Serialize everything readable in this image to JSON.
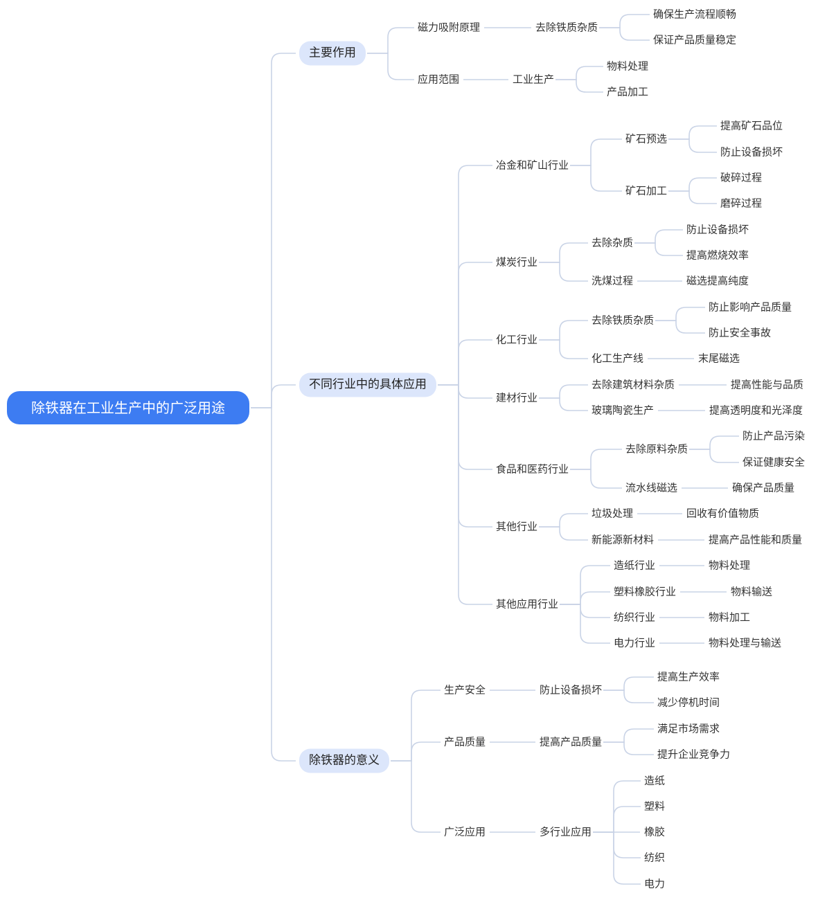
{
  "root": "除铁器在工业生产中的广泛用途",
  "branches": {
    "main": {
      "label": "主要作用",
      "items": [
        {
          "label": "磁力吸附原理",
          "sub": "去除铁质杂质",
          "leaves": [
            "确保生产流程顺畅",
            "保证产品质量稳定"
          ]
        },
        {
          "label": "应用范围",
          "sub": "工业生产",
          "leaves": [
            "物料处理",
            "产品加工"
          ]
        }
      ]
    },
    "industries": {
      "label": "不同行业中的具体应用",
      "items": [
        {
          "label": "冶金和矿山行业",
          "children": [
            {
              "label": "矿石预选",
              "leaves": [
                "提高矿石品位",
                "防止设备损坏"
              ]
            },
            {
              "label": "矿石加工",
              "leaves": [
                "破碎过程",
                "磨碎过程"
              ]
            }
          ]
        },
        {
          "label": "煤炭行业",
          "children": [
            {
              "label": "去除杂质",
              "leaves": [
                "防止设备损坏",
                "提高燃烧效率"
              ]
            },
            {
              "label": "洗煤过程",
              "leaves": [
                "磁选提高纯度"
              ]
            }
          ]
        },
        {
          "label": "化工行业",
          "children": [
            {
              "label": "去除铁质杂质",
              "leaves": [
                "防止影响产品质量",
                "防止安全事故"
              ]
            },
            {
              "label": "化工生产线",
              "leaves": [
                "末尾磁选"
              ]
            }
          ]
        },
        {
          "label": "建材行业",
          "children": [
            {
              "label": "去除建筑材料杂质",
              "leaves": [
                "提高性能与品质"
              ]
            },
            {
              "label": "玻璃陶瓷生产",
              "leaves": [
                "提高透明度和光泽度"
              ]
            }
          ]
        },
        {
          "label": "食品和医药行业",
          "children": [
            {
              "label": "去除原料杂质",
              "leaves": [
                "防止产品污染",
                "保证健康安全"
              ]
            },
            {
              "label": "流水线磁选",
              "leaves": [
                "确保产品质量"
              ]
            }
          ]
        },
        {
          "label": "其他行业",
          "children": [
            {
              "label": "垃圾处理",
              "leaves": [
                "回收有价值物质"
              ]
            },
            {
              "label": "新能源新材料",
              "leaves": [
                "提高产品性能和质量"
              ]
            }
          ]
        },
        {
          "label": "其他应用行业",
          "children": [
            {
              "label": "造纸行业",
              "leaves": [
                "物料处理"
              ]
            },
            {
              "label": "塑料橡胶行业",
              "leaves": [
                "物料输送"
              ]
            },
            {
              "label": "纺织行业",
              "leaves": [
                "物料加工"
              ]
            },
            {
              "label": "电力行业",
              "leaves": [
                "物料处理与输送"
              ]
            }
          ]
        }
      ]
    },
    "meaning": {
      "label": "除铁器的意义",
      "items": [
        {
          "label": "生产安全",
          "sub": "防止设备损坏",
          "leaves": [
            "提高生产效率",
            "减少停机时间"
          ]
        },
        {
          "label": "产品质量",
          "sub": "提高产品质量",
          "leaves": [
            "满足市场需求",
            "提升企业竞争力"
          ]
        },
        {
          "label": "广泛应用",
          "sub": "多行业应用",
          "leaves": [
            "造纸",
            "塑料",
            "橡胶",
            "纺织",
            "电力"
          ]
        }
      ]
    }
  }
}
